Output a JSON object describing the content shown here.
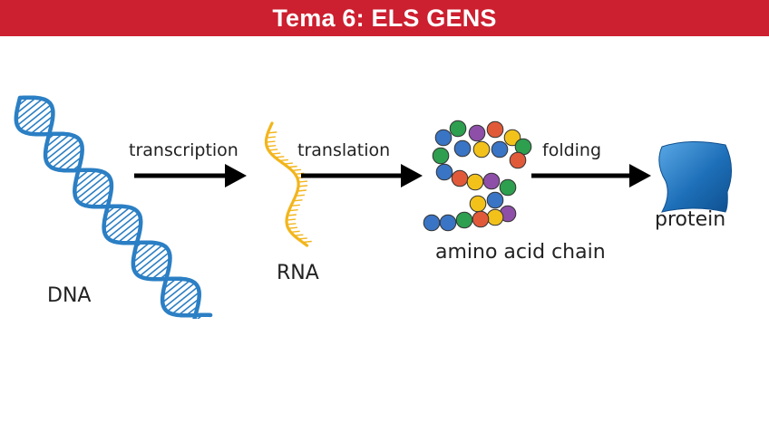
{
  "title": "Tema 6: ELS GENS",
  "colors": {
    "title_bar": "#cc1f2f",
    "dna": "#2b7fc4",
    "rna": "#f2b51c",
    "protein": "#1d6fb8",
    "arrow": "#000000"
  },
  "diagram": {
    "nodes": [
      {
        "id": "dna",
        "label": "DNA"
      },
      {
        "id": "rna",
        "label": "RNA"
      },
      {
        "id": "amino",
        "label": "amino acid chain"
      },
      {
        "id": "protein",
        "label": "protein"
      }
    ],
    "edges": [
      {
        "from": "dna",
        "to": "rna",
        "label": "transcription"
      },
      {
        "from": "rna",
        "to": "amino",
        "label": "translation"
      },
      {
        "from": "amino",
        "to": "protein",
        "label": "folding"
      }
    ],
    "bead_colors": [
      "#3a74c4",
      "#2e9e4f",
      "#e05a3a",
      "#f2c21b",
      "#8e4fa8"
    ]
  }
}
